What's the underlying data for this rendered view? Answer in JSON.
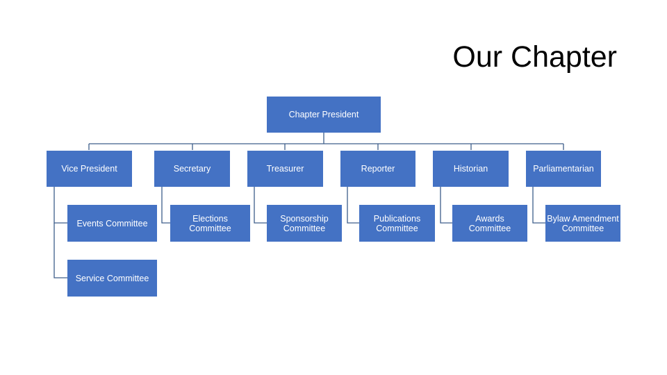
{
  "slide": {
    "title": "Our Chapter"
  },
  "colors": {
    "box_fill": "#4472c4",
    "box_text": "#ffffff",
    "connector": "#3d5d8a"
  },
  "org_chart": {
    "root": "Chapter President",
    "officers": [
      {
        "title": "Vice President",
        "committees": [
          "Events Committee",
          "Service Committee"
        ]
      },
      {
        "title": "Secretary",
        "committees": [
          "Elections\nCommittee"
        ]
      },
      {
        "title": "Treasurer",
        "committees": [
          "Sponsorship\nCommittee"
        ]
      },
      {
        "title": "Reporter",
        "committees": [
          "Publications\nCommittee"
        ]
      },
      {
        "title": "Historian",
        "committees": [
          "Awards\nCommittee"
        ]
      },
      {
        "title": "Parliamentarian",
        "committees": [
          "Bylaw Amendment\nCommittee"
        ]
      }
    ]
  }
}
